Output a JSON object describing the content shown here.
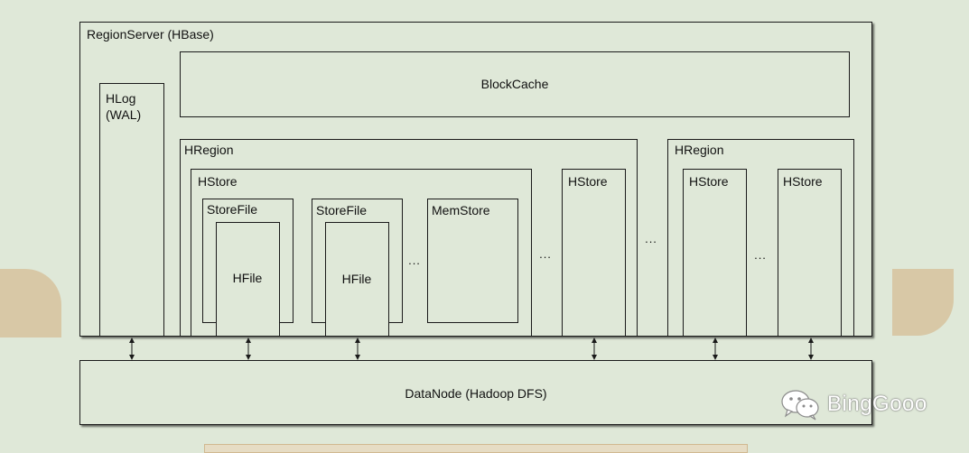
{
  "region_server": {
    "label": "RegionServer (HBase)"
  },
  "hlog": {
    "label_line1": "HLog",
    "label_line2": "(WAL)"
  },
  "block_cache": {
    "label": "BlockCache"
  },
  "hregion_1": {
    "label": "HRegion",
    "hstore_main": {
      "label": "HStore",
      "storefile_1": {
        "label": "StoreFile",
        "hfile": "HFile"
      },
      "storefile_2": {
        "label": "StoreFile",
        "hfile": "HFile"
      },
      "ellipsis": "...",
      "memstore": {
        "label": "MemStore"
      }
    },
    "ellipsis": "...",
    "hstore_side": {
      "label": "HStore"
    }
  },
  "between_regions_ellipsis": "...",
  "hregion_2": {
    "label": "HRegion",
    "hstore_a": {
      "label": "HStore"
    },
    "ellipsis": "...",
    "hstore_b": {
      "label": "HStore"
    }
  },
  "datanode": {
    "label": "DataNode (Hadoop DFS)"
  },
  "watermark": {
    "text": "BingGooo"
  },
  "colors": {
    "background": "#dfe8d8",
    "line": "#1a1a1a",
    "decor": "#d9c9a8"
  }
}
